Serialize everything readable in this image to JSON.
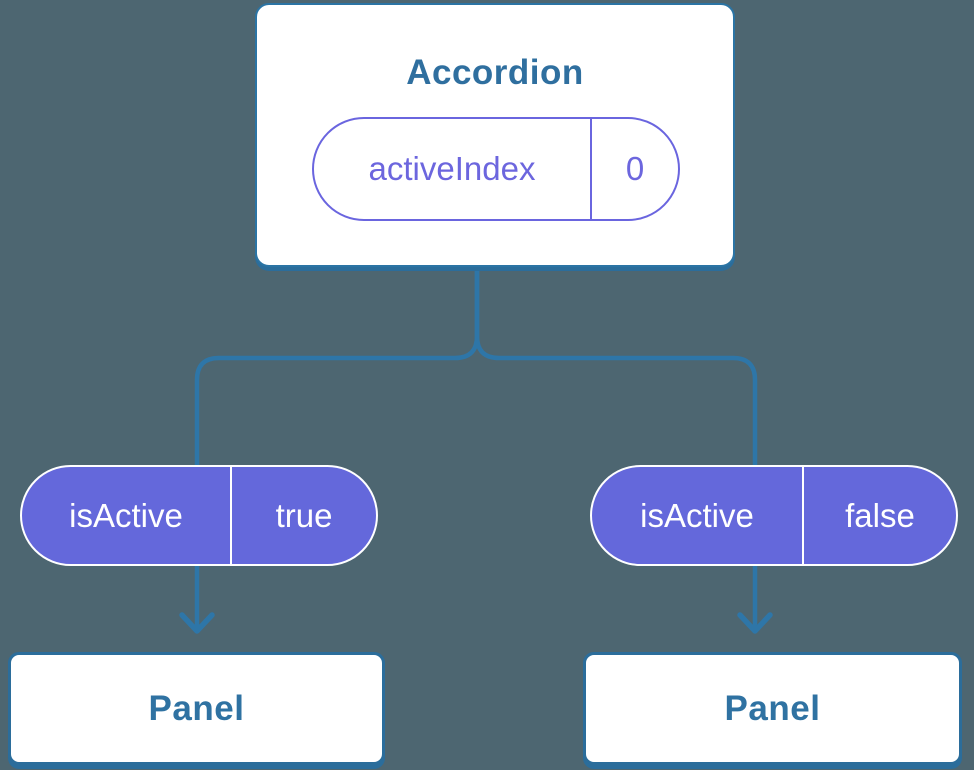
{
  "diagram": {
    "root": {
      "title": "Accordion",
      "prop": {
        "name": "activeIndex",
        "value": "0"
      }
    },
    "children": [
      {
        "prop": {
          "name": "isActive",
          "value": "true"
        },
        "node_label": "Panel"
      },
      {
        "prop": {
          "name": "isActive",
          "value": "false"
        },
        "node_label": "Panel"
      }
    ]
  },
  "colors": {
    "background": "#4D6671",
    "connector_line": "#2E76A8",
    "node_border": "#2B74A4",
    "node_shadow": "#2B6D9B",
    "node_text": "#2F6F9F",
    "panel_text": "#2F72A2",
    "pill_fill": "#6468DB",
    "pill_outline": "#6A65DF",
    "pill_text": "#6C66DE",
    "pill_text_on_fill": "#FFFFFF"
  }
}
